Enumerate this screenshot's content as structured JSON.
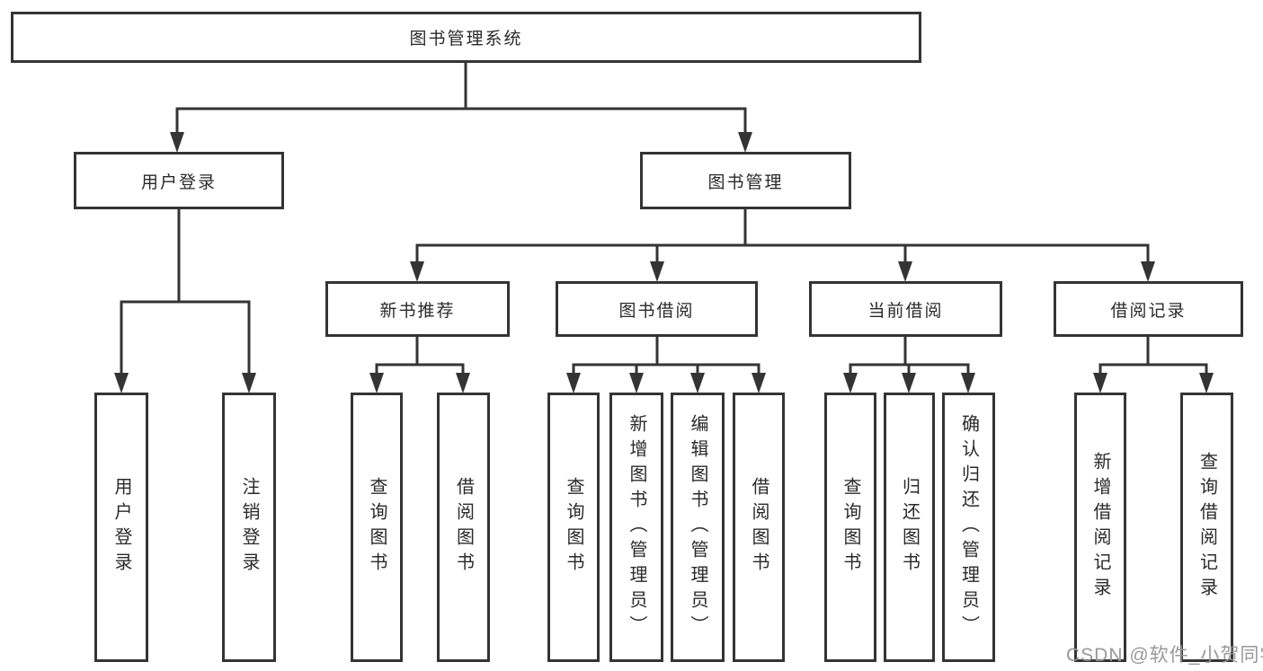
{
  "diagram": {
    "root": {
      "label": "图书管理系统"
    },
    "level2": [
      {
        "id": "user-login",
        "label": "用户登录"
      },
      {
        "id": "book-management",
        "label": "图书管理"
      }
    ],
    "level3": [
      {
        "id": "new-book-recommendation",
        "parent": "图书管理",
        "label": "新书推荐"
      },
      {
        "id": "book-borrowing",
        "parent": "图书管理",
        "label": "图书借阅"
      },
      {
        "id": "current-borrowing",
        "parent": "图书管理",
        "label": "当前借阅"
      },
      {
        "id": "borrowing-records",
        "parent": "图书管理",
        "label": "借阅记录"
      }
    ],
    "leaves": [
      {
        "parent": "用户登录",
        "label": "用户登录"
      },
      {
        "parent": "用户登录",
        "label": "注销登录"
      },
      {
        "parent": "新书推荐",
        "label": "查询图书"
      },
      {
        "parent": "新书推荐",
        "label": "借阅图书"
      },
      {
        "parent": "图书借阅",
        "label": "查询图书"
      },
      {
        "parent": "图书借阅",
        "label": "新增图书（管理员）"
      },
      {
        "parent": "图书借阅",
        "label": "编辑图书（管理员）"
      },
      {
        "parent": "图书借阅",
        "label": "借阅图书"
      },
      {
        "parent": "当前借阅",
        "label": "查询图书"
      },
      {
        "parent": "当前借阅",
        "label": "归还图书"
      },
      {
        "parent": "当前借阅",
        "label": "确认归还（管理员）"
      },
      {
        "parent": "借阅记录",
        "label": "新增借阅记录"
      },
      {
        "parent": "借阅记录",
        "label": "查询借阅记录"
      }
    ]
  },
  "watermark": "CSDN @软件_小贺同学",
  "colors": {
    "line": "#343434",
    "box_fill": "#ffffff",
    "text": "#2a2a2a",
    "watermark": "#949494"
  }
}
